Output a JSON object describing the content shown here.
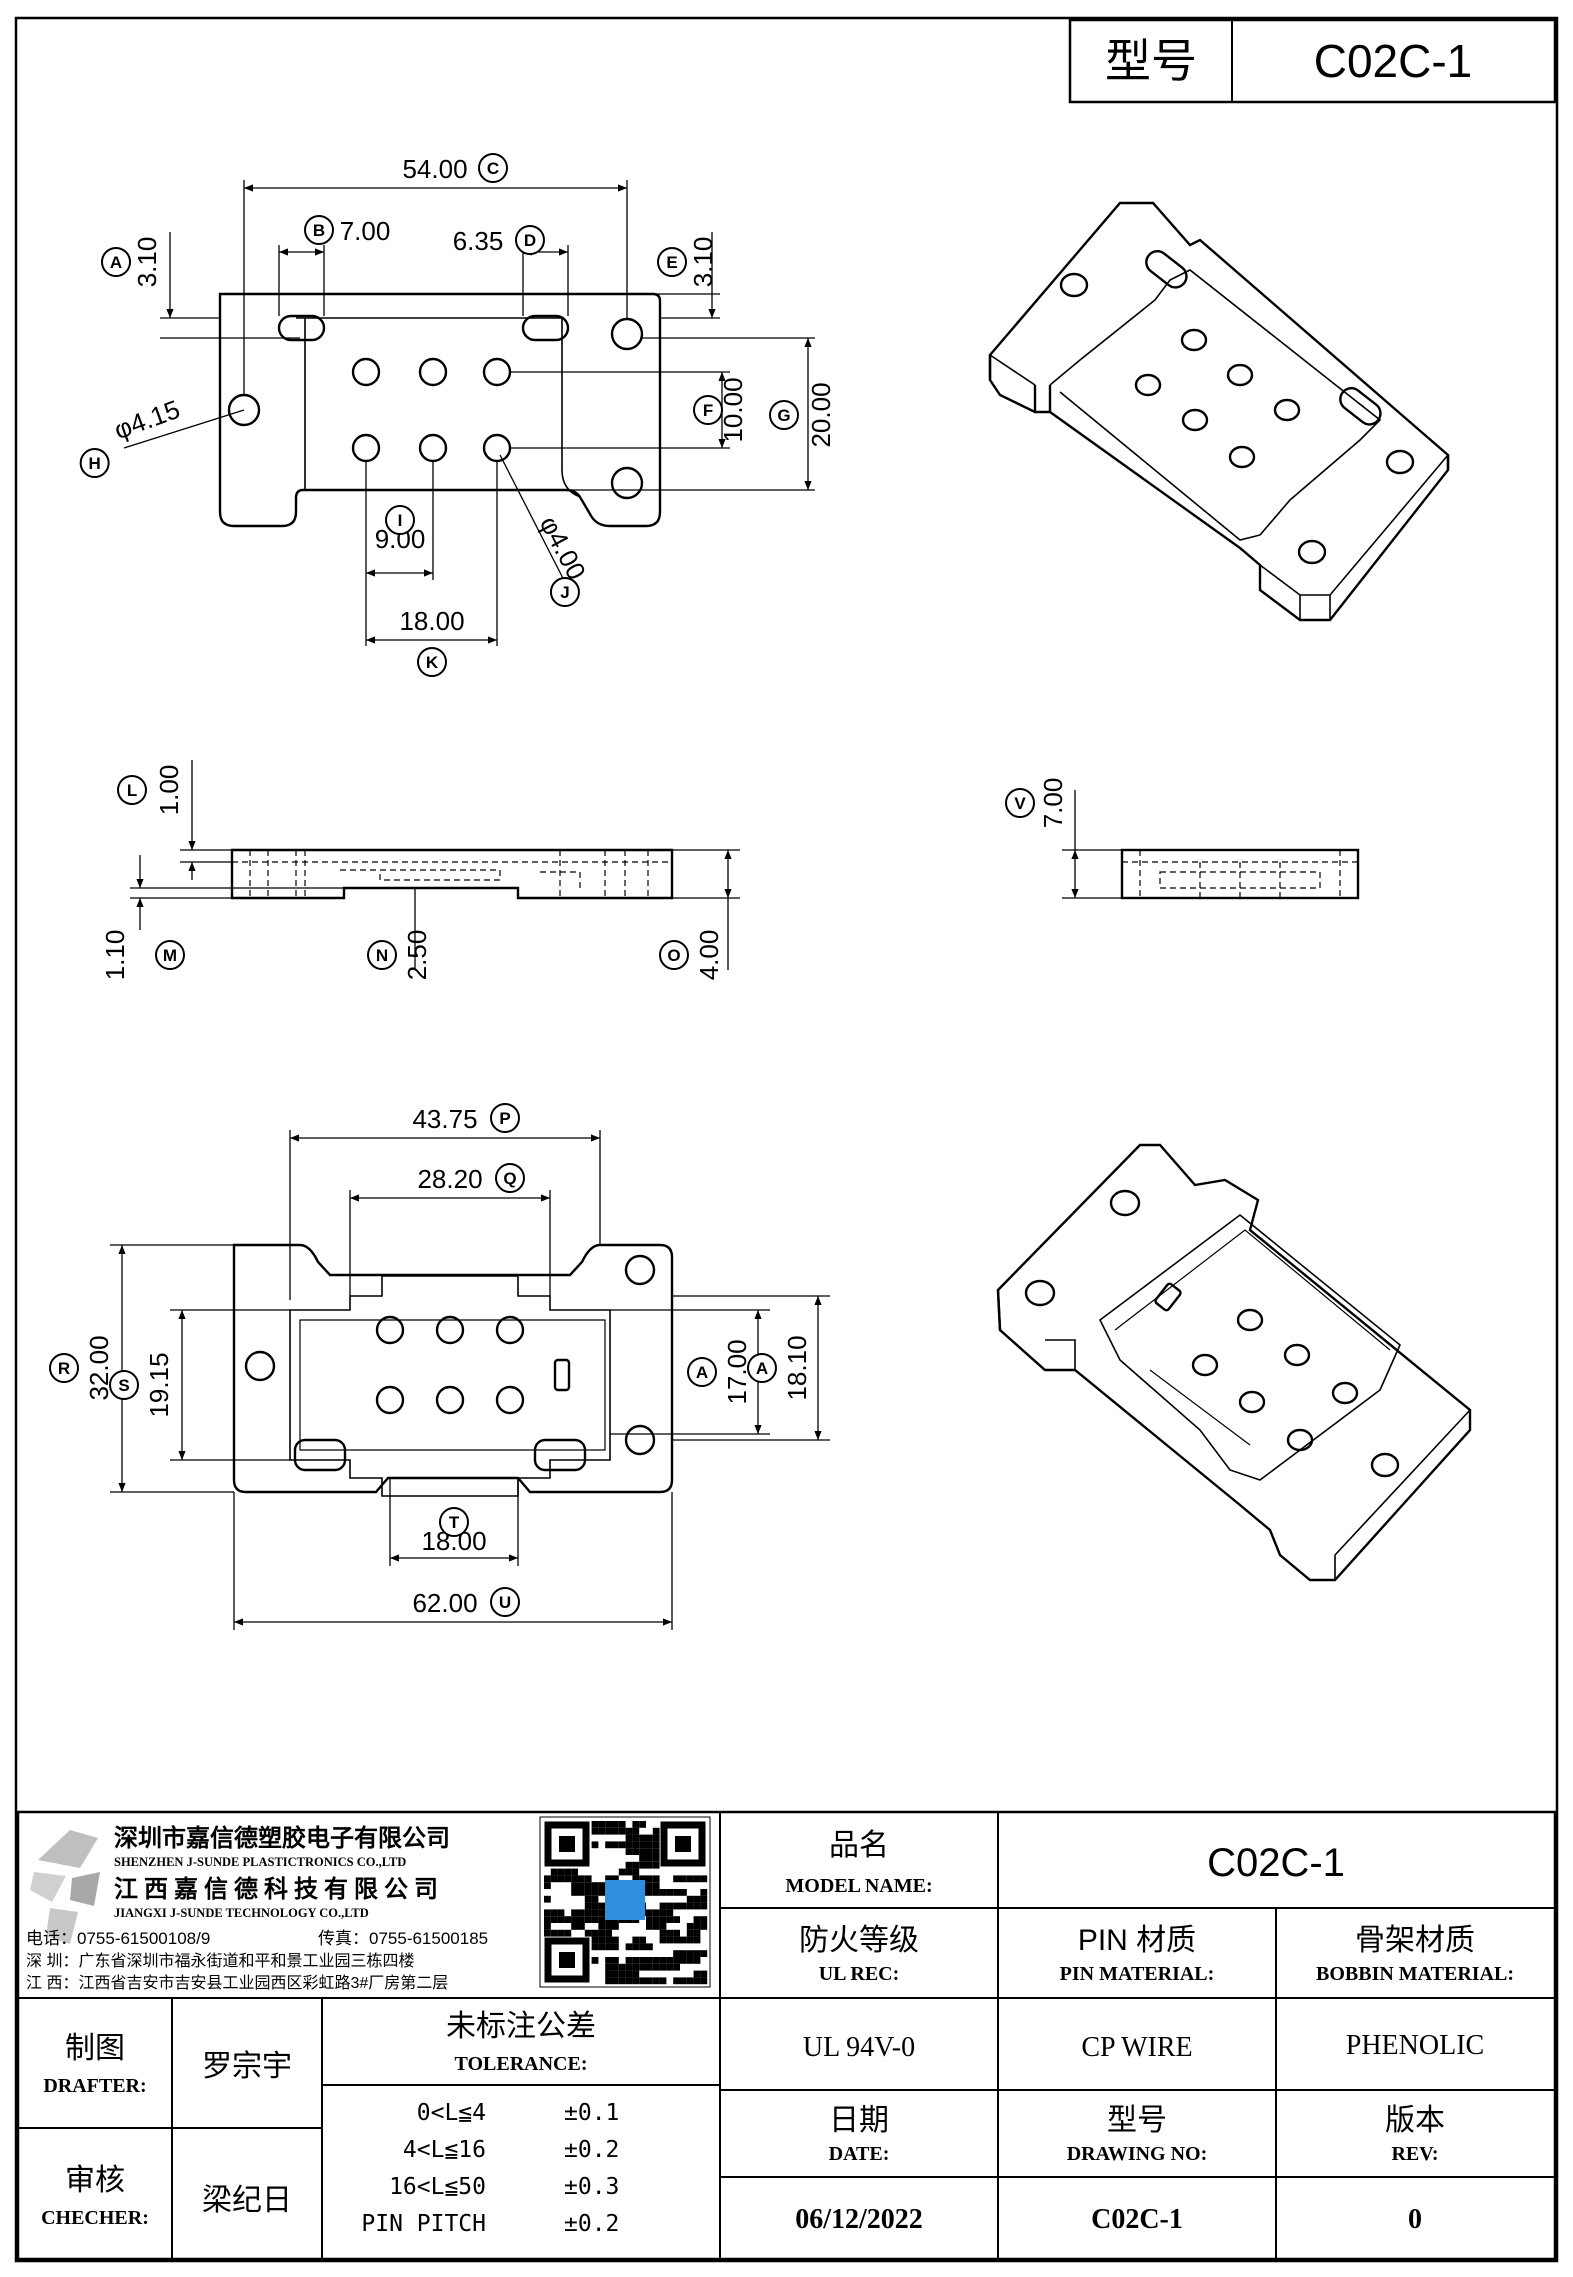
{
  "header": {
    "model_label": "型号",
    "model_value": "C02C-1"
  },
  "top_view": {
    "dims": [
      {
        "value": "54.00",
        "tag": "C"
      },
      {
        "value": "7.00",
        "tag": "B"
      },
      {
        "value": "6.35",
        "tag": "D"
      },
      {
        "value": "3.10",
        "tag": "A"
      },
      {
        "value": "3.10",
        "tag": "E"
      },
      {
        "value": "10.00",
        "tag": "F"
      },
      {
        "value": "20.00",
        "tag": "G"
      },
      {
        "value": "φ4.15",
        "tag": "H"
      },
      {
        "value": "9.00",
        "tag": "I"
      },
      {
        "value": "φ4.00",
        "tag": "J"
      },
      {
        "value": "18.00",
        "tag": "K"
      }
    ]
  },
  "side_view": {
    "dims": [
      {
        "value": "1.00",
        "tag": "L"
      },
      {
        "value": "1.10",
        "tag": "M"
      },
      {
        "value": "2.50",
        "tag": "N"
      },
      {
        "value": "4.00",
        "tag": "O"
      },
      {
        "value": "7.00",
        "tag": "V"
      }
    ]
  },
  "bottom_view": {
    "dims": [
      {
        "value": "43.75",
        "tag": "P"
      },
      {
        "value": "28.20",
        "tag": "Q"
      },
      {
        "value": "32.00",
        "tag": "R"
      },
      {
        "value": "19.15",
        "tag": "S"
      },
      {
        "value": "17.00",
        "tag": "A"
      },
      {
        "value": "18.10",
        "tag": "A"
      },
      {
        "value": "18.00",
        "tag": "T"
      },
      {
        "value": "62.00",
        "tag": "U"
      }
    ]
  },
  "title_block": {
    "company_cn_1": "深圳市嘉信德塑胶电子有限公司",
    "company_en_1": "SHENZHEN J-SUNDE PLASTICTRONICS CO.,LTD",
    "company_cn_2": "江西嘉信德科技有限公司",
    "company_en_2": "JIANGXI J-SUNDE TECHNOLOGY CO.,LTD",
    "tel": "电话：0755-61500108/9",
    "fax": "传真：0755-61500185",
    "addr_sz": "深 圳：广东省深圳市福永街道和平和景工业园三栋四楼",
    "addr_jx": "江 西：江西省吉安市吉安县工业园西区彩虹路3#厂房第二层",
    "model_name_cn": "品名",
    "model_name_en": "MODEL NAME:",
    "model_name_value": "C02C-1",
    "ul_cn": "防火等级",
    "ul_en": "UL REC:",
    "ul_value": "UL 94V-0",
    "pin_cn": "PIN 材质",
    "pin_en": "PIN MATERIAL:",
    "pin_value": "CP WIRE",
    "bobbin_cn": "骨架材质",
    "bobbin_en": "BOBBIN MATERIAL:",
    "bobbin_value": "PHENOLIC",
    "drafter_cn": "制图",
    "drafter_en": "DRAFTER:",
    "drafter_value": "罗宗宇",
    "checker_cn": "审核",
    "checker_en": "CHECHER:",
    "checker_value": "梁纪日",
    "tolerance_cn": "未标注公差",
    "tolerance_en": "TOLERANCE:",
    "tolerances": [
      {
        "range": "0<L≦4",
        "value": "±0.1"
      },
      {
        "range": "4<L≦16",
        "value": "±0.2"
      },
      {
        "range": "16<L≦50",
        "value": "±0.3"
      },
      {
        "range": "PIN PITCH",
        "value": "±0.2"
      }
    ],
    "date_cn": "日期",
    "date_en": "DATE:",
    "date_value": "06/12/2022",
    "drawing_cn": "型号",
    "drawing_en": "DRAWING NO:",
    "drawing_value": "C02C-1",
    "rev_cn": "版本",
    "rev_en": "REV:",
    "rev_value": "0"
  }
}
